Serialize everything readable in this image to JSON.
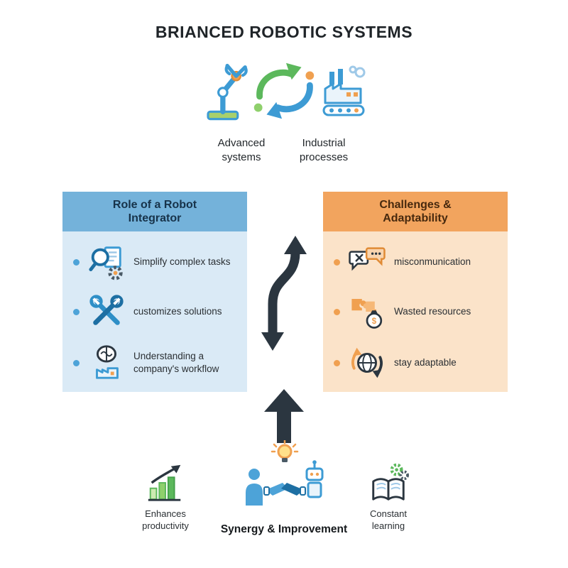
{
  "title": "BRIANCED ROBOTIC SYSTEMS",
  "top_cluster": {
    "labels": [
      {
        "icon": "robot-arm-icon",
        "text": "Advanced systems"
      },
      {
        "icon": "factory-icon",
        "text": "Industrial processes"
      }
    ]
  },
  "left_panel": {
    "title": "Role of a Robot Integrator",
    "items": [
      {
        "icon": "magnifier-gear-icon",
        "text": "Simplify complex tasks"
      },
      {
        "icon": "crossed-wrenches-icon",
        "text": "customizes solutions"
      },
      {
        "icon": "brain-factory-icon",
        "text": "Understanding a company's workflow"
      }
    ]
  },
  "right_panel": {
    "title": "Challenges & Adaptability",
    "items": [
      {
        "icon": "speech-bubbles-icon",
        "text": "misconmunication"
      },
      {
        "icon": "puzzle-money-icon",
        "text": "Wasted resources"
      },
      {
        "icon": "globe-arrows-icon",
        "text": "stay adaptable"
      }
    ]
  },
  "bottom_row": {
    "items": [
      {
        "icon": "growth-chart-icon",
        "text": "Enhances productivity"
      },
      {
        "icon": "synergy-handshake-icon",
        "text": "Synergy & Improvement"
      },
      {
        "icon": "book-learning-icon",
        "text": "Constant learning"
      }
    ]
  },
  "colors": {
    "left_header": "#74b2da",
    "left_body": "#daeaf6",
    "right_header": "#f2a45e",
    "right_body": "#fbe3c9",
    "arrow_dark": "#2b3640",
    "accent_blue": "#3d9bd4",
    "accent_green": "#5cb85c",
    "accent_orange": "#f0a050"
  }
}
